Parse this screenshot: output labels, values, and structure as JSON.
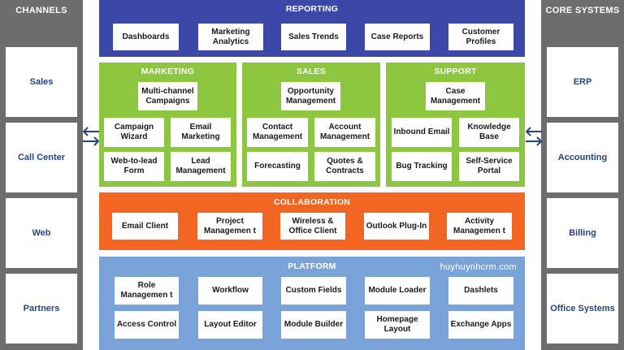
{
  "channels": {
    "title": "CHANNELS",
    "items": [
      "Sales",
      "Call Center",
      "Web",
      "Partners"
    ]
  },
  "core_systems": {
    "title": "CORE SYSTEMS",
    "items": [
      "ERP",
      "Accounting",
      "Billing",
      "Office Systems"
    ]
  },
  "reporting": {
    "title": "REPORTING",
    "items": [
      "Dashboards",
      "Marketing Analytics",
      "Sales Trends",
      "Case Reports",
      "Customer Profiles"
    ]
  },
  "marketing": {
    "title": "MARKETING",
    "items": [
      "Multi-channel Campaigns",
      "Campaign Wizard",
      "Email Marketing",
      "Web-to-lead Form",
      "Lead Management"
    ]
  },
  "sales": {
    "title": "SALES",
    "items": [
      "Opportunity Management",
      "Contact Management",
      "Account Management",
      "Forecasting",
      "Quotes & Contracts"
    ]
  },
  "support": {
    "title": "SUPPORT",
    "items": [
      "Case Management",
      "Inbound Email",
      "Knowledge Base",
      "Bug Tracking",
      "Self-Service Portal"
    ]
  },
  "collaboration": {
    "title": "COLLABORATION",
    "items": [
      "Email Client",
      "Project Managemen t",
      "Wireless & Office Client",
      "Outlook Plug-In",
      "Activity Managemen t"
    ]
  },
  "platform": {
    "title": "PLATFORM",
    "watermark": "huyhuynhcrm.com",
    "items": [
      "Role Managemen t",
      "Workflow",
      "Custom Fields",
      "Module Loader",
      "Dashlets",
      "Access Control",
      "Layout Editor",
      "Module Builder",
      "Homepage Layout",
      "Exchange Apps"
    ]
  },
  "colors": {
    "sidebar": "#6d6d6d",
    "reporting": "#3b48a8",
    "green": "#8dc63f",
    "collaboration": "#f26522",
    "platform": "#7aa3da",
    "side_text": "#24457f",
    "arrow": "#24457f"
  },
  "icons": [
    "left-right-arrow-icon",
    "left-right-arrow-icon"
  ]
}
